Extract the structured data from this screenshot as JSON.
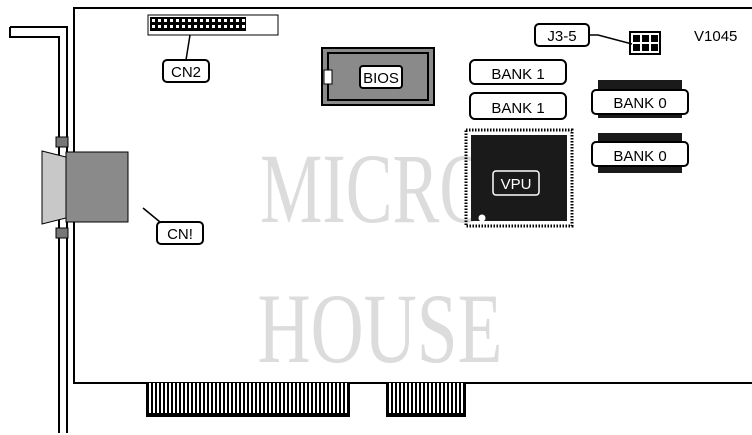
{
  "model_id": "V1045",
  "watermark": {
    "line1": "MICRO",
    "line2": "HOUSE"
  },
  "labels": {
    "cn2": "CN2",
    "cn1": "CN!",
    "bios": "BIOS",
    "jumper": "J3-5",
    "vpu": "VPU",
    "bank1_top": "BANK 1",
    "bank1_bottom": "BANK 1",
    "bank0_top": "BANK 0",
    "bank0_bottom": "BANK 0"
  },
  "colors": {
    "chip_dark": "#1a1a1a",
    "component_gray": "#8a8a8a",
    "watermark": "#dcdcdc"
  }
}
